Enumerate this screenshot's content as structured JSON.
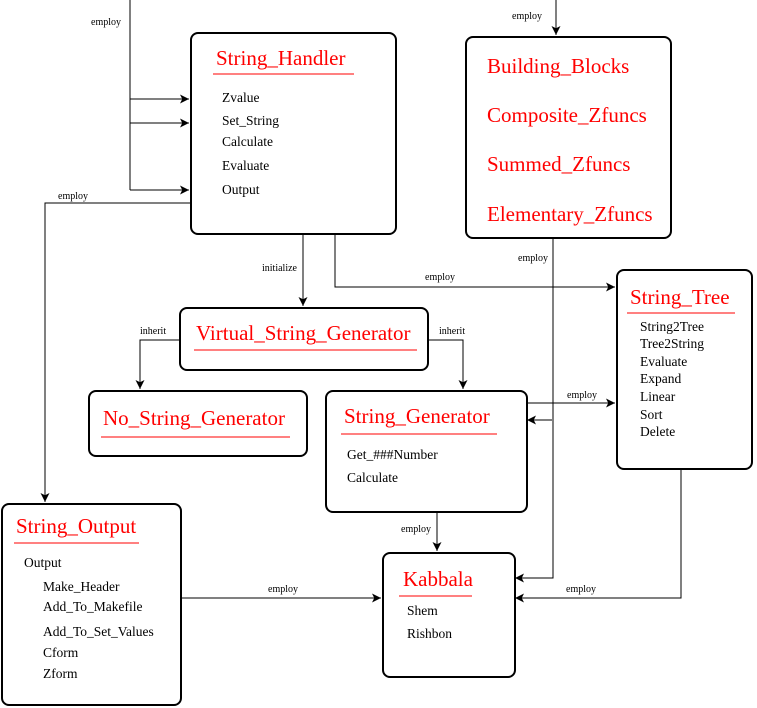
{
  "colors": {
    "title": "#ff0000",
    "line": "#000000",
    "background": "#ffffff"
  },
  "boxes": {
    "string_handler": {
      "title": "String_Handler",
      "methods": [
        "Zvalue",
        "Set_String",
        "Calculate",
        "Evaluate",
        "Output"
      ]
    },
    "building_blocks": {
      "items": [
        "Building_Blocks",
        "Composite_Zfuncs",
        "Summed_Zfuncs",
        "Elementary_Zfuncs"
      ]
    },
    "virtual_string_generator": {
      "title": "Virtual_String_Generator"
    },
    "no_string_generator": {
      "title": "No_String_Generator"
    },
    "string_generator": {
      "title": "String_Generator",
      "methods": [
        "Get_###Number",
        "Calculate"
      ]
    },
    "string_tree": {
      "title": "String_Tree",
      "methods": [
        "String2Tree",
        "Tree2String",
        "Evaluate",
        "Expand",
        "Linear",
        "Sort",
        "Delete"
      ]
    },
    "string_output": {
      "title": "String_Output",
      "methods": [
        "Output",
        "Make_Header",
        "Add_To_Makefile",
        "Add_To_Set_Values",
        "Cform",
        "Zform"
      ]
    },
    "kabbala": {
      "title": "Kabbala",
      "methods": [
        "Shem",
        "Rishbon"
      ]
    }
  },
  "edge_labels": {
    "employ_top_left": "employ",
    "employ_top_right": "employ",
    "employ_output": "employ",
    "initialize": "initialize",
    "employ_tree": "employ",
    "inherit_left": "inherit",
    "inherit_right": "inherit",
    "employ_blocks": "employ",
    "employ_generator_tree": "employ",
    "employ_generator_kabbala": "employ",
    "employ_output_kabbala": "employ",
    "employ_tree_kabbala": "employ"
  }
}
